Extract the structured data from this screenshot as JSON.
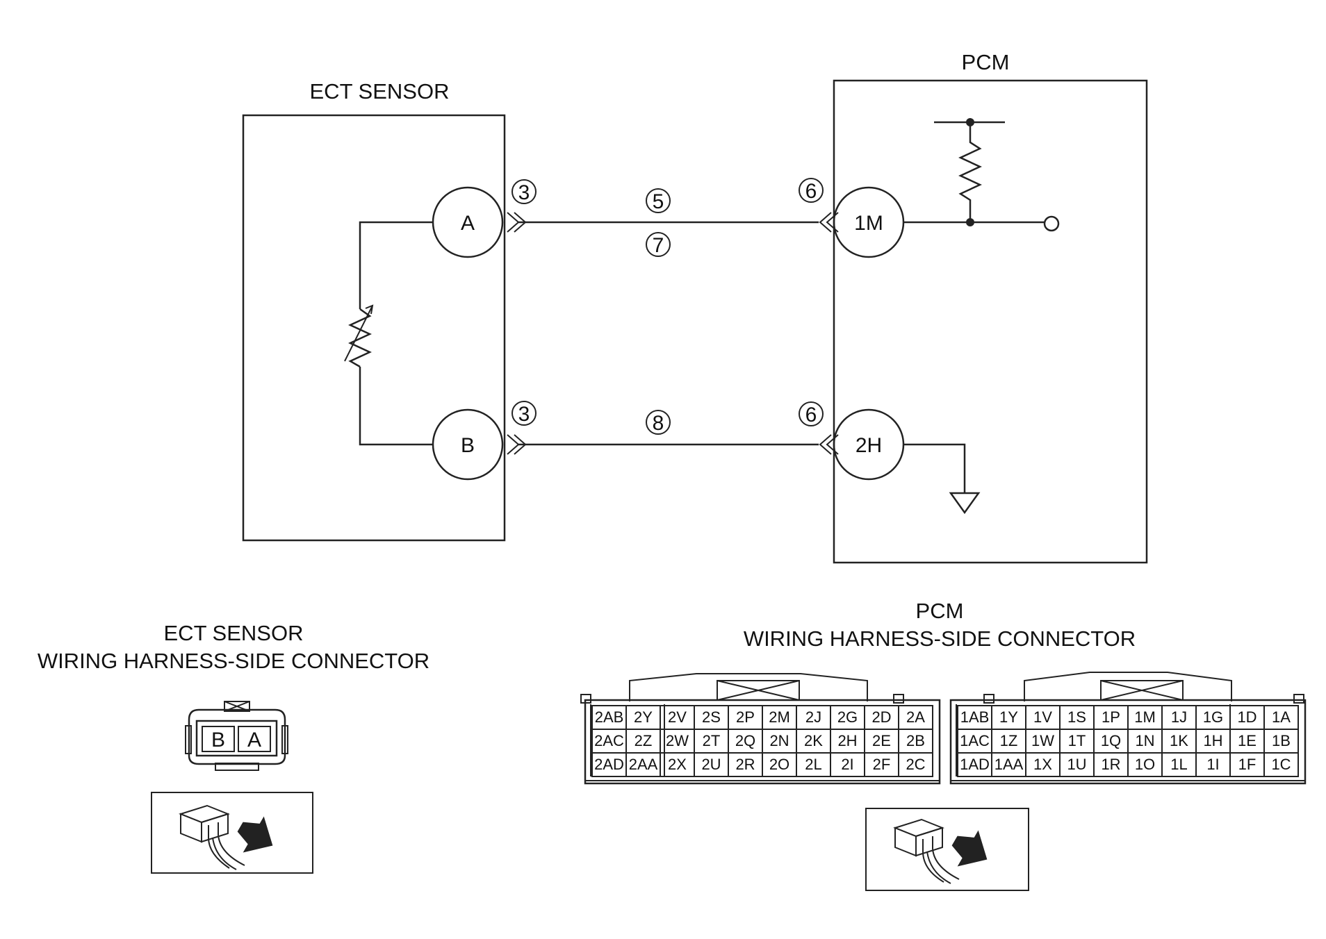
{
  "ect_sensor": {
    "title": "ECT SENSOR",
    "pins": [
      "A",
      "B"
    ],
    "pin_circuits": [
      "3",
      "3"
    ]
  },
  "pcm": {
    "title": "PCM",
    "pins": [
      "1M",
      "2H"
    ],
    "pin_circuits": [
      "6",
      "6"
    ]
  },
  "wires": {
    "wire_a_labels": [
      "5",
      "7"
    ],
    "wire_b_labels": [
      "8"
    ]
  },
  "ect_connector": {
    "title_line1": "ECT SENSOR",
    "title_line2": "WIRING HARNESS-SIDE CONNECTOR",
    "terminals": [
      "B",
      "A"
    ]
  },
  "pcm_connector": {
    "title_line1": "PCM",
    "title_line2": "WIRING HARNESS-SIDE CONNECTOR",
    "block2_rows": [
      [
        "2AB",
        "2Y",
        "2V",
        "2S",
        "2P",
        "2M",
        "2J",
        "2G",
        "2D",
        "2A"
      ],
      [
        "2AC",
        "2Z",
        "2W",
        "2T",
        "2Q",
        "2N",
        "2K",
        "2H",
        "2E",
        "2B"
      ],
      [
        "2AD",
        "2AA",
        "2X",
        "2U",
        "2R",
        "2O",
        "2L",
        "2I",
        "2F",
        "2C"
      ]
    ],
    "block1_rows": [
      [
        "1AB",
        "1Y",
        "1V",
        "1S",
        "1P",
        "1M",
        "1J",
        "1G",
        "1D",
        "1A"
      ],
      [
        "1AC",
        "1Z",
        "1W",
        "1T",
        "1Q",
        "1N",
        "1K",
        "1H",
        "1E",
        "1B"
      ],
      [
        "1AD",
        "1AA",
        "1X",
        "1U",
        "1R",
        "1O",
        "1L",
        "1I",
        "1F",
        "1C"
      ]
    ]
  }
}
